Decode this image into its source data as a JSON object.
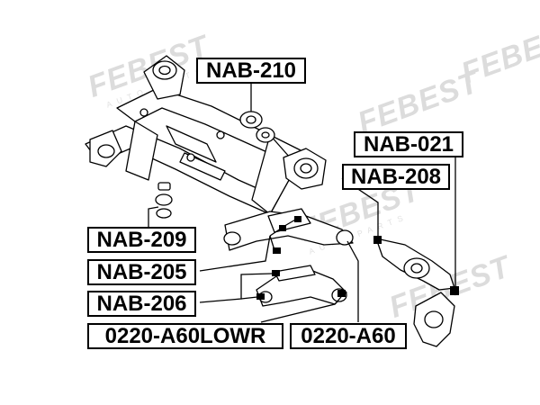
{
  "watermark": {
    "logo": "FEBEST",
    "subtitle": "AUTO PARTS"
  },
  "labels": {
    "nab_210": "NAB-210",
    "nab_021": "NAB-021",
    "nab_208": "NAB-208",
    "nab_209": "NAB-209",
    "nab_205": "NAB-205",
    "nab_206": "NAB-206",
    "lowr": "0220-A60LOWR",
    "a60": "0220-A60"
  },
  "colors": {
    "ink": "#000000",
    "part_fill": "#ffffff",
    "highlight": "#000000",
    "watermark": "#dcdcdc"
  }
}
